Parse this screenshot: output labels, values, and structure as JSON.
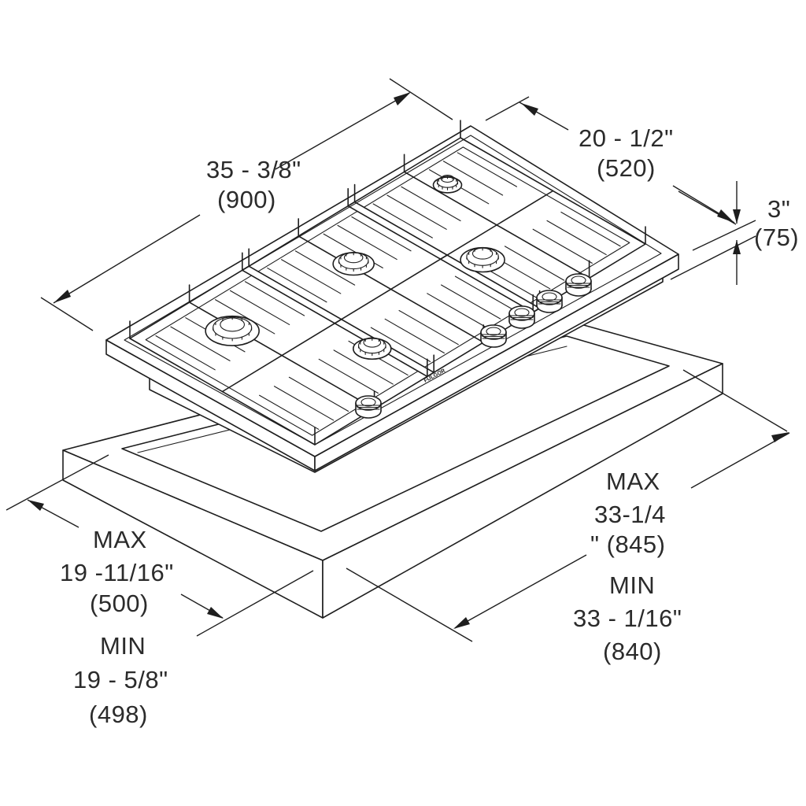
{
  "dimensions": {
    "width": {
      "imperial": "35 - 3/8\"",
      "metric": "(900)"
    },
    "depth": {
      "imperial": "20 - 1/2\"",
      "metric": "(520)"
    },
    "height": {
      "imperial": "3\"",
      "metric": "(75)"
    },
    "cutout_depth": {
      "max_label": "MAX",
      "max_imperial": "19 -11/16\"",
      "max_metric": "(500)",
      "min_label": "MIN",
      "min_imperial": "19 - 5/8\"",
      "min_metric": "(498)"
    },
    "cutout_width": {
      "max_label": "MAX",
      "max_imperial_a": "33-1/4",
      "max_imperial_b": "\" (845)",
      "min_label": "MIN",
      "min_imperial": "33 - 1/16\"",
      "min_metric": "(840)"
    }
  },
  "brand_mark": "FULGOR"
}
